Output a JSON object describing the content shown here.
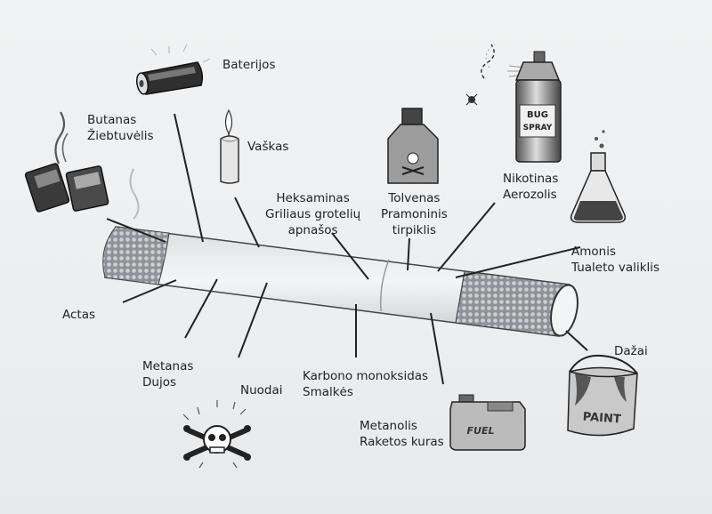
{
  "labels": {
    "baterijos": [
      "Baterijos"
    ],
    "butanas": [
      "Butanas",
      "Žiebtuvėlis"
    ],
    "vaskas": [
      "Vaškas"
    ],
    "heksaminas": [
      "Heksaminas",
      "Griliaus grotelių",
      "apnašos"
    ],
    "tolvenas": [
      "Tolvenas",
      "Pramoninis",
      "tirpiklis"
    ],
    "nikotinas": [
      "Nikotinas",
      "Aerozolis"
    ],
    "amonis": [
      "Amonis",
      "Tualeto valiklis"
    ],
    "actas": [
      "Actas"
    ],
    "metanas": [
      "Metanas",
      "Dujos"
    ],
    "nuodai": [
      "Nuodai"
    ],
    "karbono": [
      "Karbono monoksidas",
      "Smalkės"
    ],
    "metanolis": [
      "Metanolis",
      "Raketos kuras"
    ],
    "dazai": [
      "Dažai"
    ]
  },
  "icon_text": {
    "bug_spray": [
      "BUG",
      "SPRAY"
    ],
    "fuel": "FUEL",
    "paint": "PAINT"
  }
}
